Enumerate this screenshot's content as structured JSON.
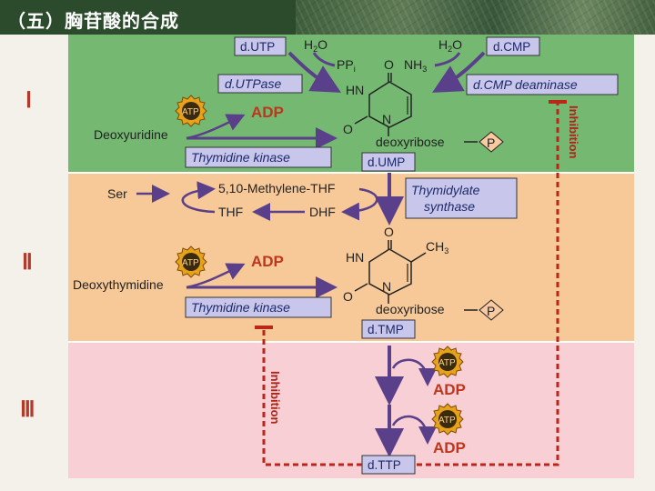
{
  "header": {
    "title": "（五）胸苷酸的合成"
  },
  "sections": {
    "I": "Ⅰ",
    "II": "Ⅱ",
    "III": "Ⅲ"
  },
  "labels": {
    "dUTP": "d.UTP",
    "dCMP": "d.CMP",
    "dUTPase": "d.UTPase",
    "dCMP_deaminase": "d.CMP deaminase",
    "thymidine_kinase": "Thymidine kinase",
    "dUMP": "d.UMP",
    "thymidylate_synthase_1": "Thymidylate",
    "thymidylate_synthase_2": "synthase",
    "dTMP": "d.TMP",
    "dTTP": "d.TTP"
  },
  "chem": {
    "h2o": "H",
    "h2o_sub": "2",
    "h2o_o": "O",
    "ppi": "PP",
    "ppi_sub": "i",
    "nh3": "NH",
    "nh3_sub": "3",
    "deoxyuridine": "Deoxyuridine",
    "deoxythymidine": "Deoxythymidine",
    "deoxyribose": "deoxyribose",
    "p": "P",
    "o": "O",
    "n": "N",
    "hn": "HN",
    "ch3": "CH",
    "ch3_sub": "3",
    "ser": "Ser",
    "methylene_thf": "5,10-Methylene-THF",
    "thf": "THF",
    "dhf": "DHF",
    "atp": "ATP",
    "adp": "ADP",
    "inhibition": "Inhibition"
  },
  "colors": {
    "green_panel": "#74b872",
    "orange_panel": "#f7c998",
    "pink_panel": "#f9cfd6",
    "label_box": "#c9c6ec",
    "arrow": "#5a3f8a",
    "inhibition": "#b8271a"
  }
}
